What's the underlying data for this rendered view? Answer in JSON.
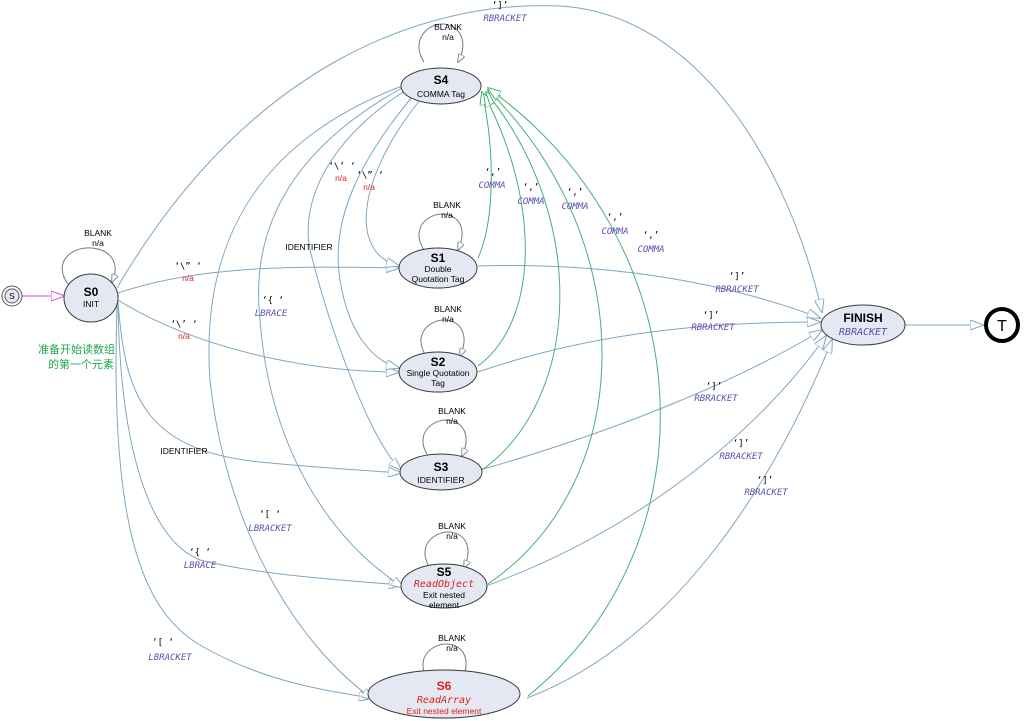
{
  "states": {
    "start": {
      "symbol": "S"
    },
    "s0": {
      "name": "S0",
      "sub": "INIT",
      "loop_top": "BLANK",
      "loop_bot": "n/a"
    },
    "s4": {
      "name": "S4",
      "sub": "COMMA Tag",
      "loop_top": "BLANK",
      "loop_bot": "n/a"
    },
    "s1": {
      "name": "S1",
      "sub1": "Double",
      "sub2": "Quotation Tag",
      "loop_top": "BLANK",
      "loop_bot": "n/a"
    },
    "s2": {
      "name": "S2",
      "sub1": "Single Quotation",
      "sub2": "Tag",
      "loop_top": "BLANK",
      "loop_bot": "n/a"
    },
    "s3": {
      "name": "S3",
      "sub": "IDENTIFIER",
      "loop_top": "BLANK",
      "loop_bot": "n/a"
    },
    "s5": {
      "name": "S5",
      "sub_italic": "ReadObject",
      "sub1": "Exit nested",
      "sub2": "element",
      "loop_top": "BLANK",
      "loop_bot": "n/a"
    },
    "s6": {
      "name": "S6",
      "sub_italic": "ReadArray",
      "sub1": "Exit nested element",
      "loop_top": "BLANK",
      "loop_bot": "n/a"
    },
    "finish": {
      "name": "FINISH",
      "sub_italic": "RBRACKET"
    },
    "terminal": {
      "symbol": "T"
    }
  },
  "note": {
    "line1": "准备开始读数组",
    "line2": "的第一个元素"
  },
  "edges": {
    "top_rbracket": {
      "chars": "‘]’",
      "token": "RBRACKET"
    },
    "s0_s1": {
      "chars": "‘\\” ‘",
      "value": "n/a"
    },
    "s0_s2": {
      "chars": "‘\\’ ‘",
      "value": "n/a"
    },
    "s0_s3": {
      "label": "IDENTIFIER"
    },
    "s0_s5": {
      "chars": "‘{ ‘",
      "token": "LBRACE"
    },
    "s0_s6": {
      "chars": "‘[ ‘",
      "token": "LBRACKET"
    },
    "s4_s1_id": {
      "label": "IDENTIFIER"
    },
    "s4_lbrace": {
      "chars": "‘{ ‘",
      "token": "LBRACE"
    },
    "s4_lbracket": {
      "chars": "‘[ ‘",
      "token": "LBRACKET"
    },
    "s4_s2": {
      "chars": "‘\\’ ‘",
      "value": "n/a"
    },
    "s4_s1": {
      "chars": "‘\\” ‘",
      "value": "n/a"
    },
    "comma1": {
      "chars": "‘,’",
      "token": "COMMA"
    },
    "comma2": {
      "chars": "‘,’",
      "token": "COMMA"
    },
    "comma3": {
      "chars": "‘,’",
      "token": "COMMA"
    },
    "comma4": {
      "chars": "‘,’",
      "token": "COMMA"
    },
    "comma5": {
      "chars": "‘,’",
      "token": "COMMA"
    },
    "s1_finish": {
      "chars": "‘]’",
      "token": "RBRACKET"
    },
    "s2_finish": {
      "chars": "‘]’",
      "token": "RBRACKET"
    },
    "s3_finish": {
      "chars": "‘]’",
      "token": "RBRACKET"
    },
    "s5_finish": {
      "chars": "‘]’",
      "token": "RBRACKET"
    },
    "s6_finish": {
      "chars": "‘]’",
      "token": "RBRACKET"
    }
  },
  "colors": {
    "state_fill": "#e4e8f2",
    "edge_blue": "#7fa6c0",
    "edge_green": "#46b07a",
    "edge_pink": "#d050c8",
    "token": "#5a4fae",
    "red": "#e02020",
    "note_green": "#22a84a"
  }
}
